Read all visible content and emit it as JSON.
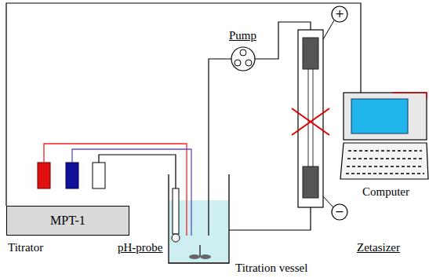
{
  "diagram": {
    "nodes": [
      {
        "text": [
          "MPT-1"
        ]
      },
      {
        "text": [
          "+"
        ]
      },
      {
        "text": [
          "−"
        ]
      }
    ],
    "labels": [
      "Titrator",
      "pH-probe",
      "Pump",
      "Titration vessel",
      "Zetasizer",
      "Computer"
    ]
  }
}
